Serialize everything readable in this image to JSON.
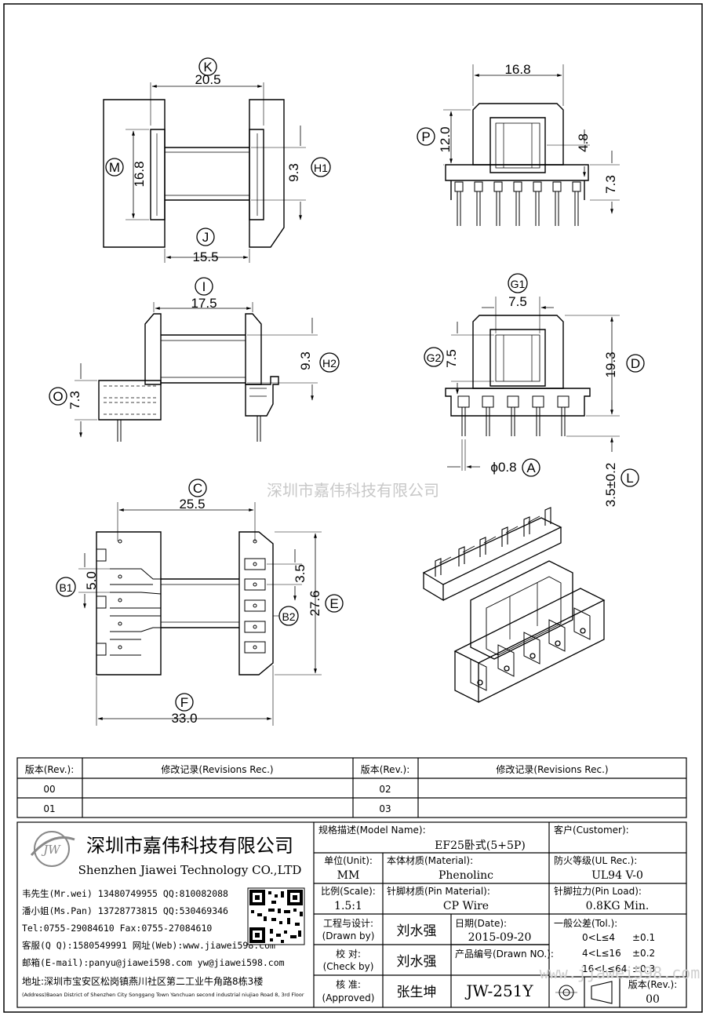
{
  "views": {
    "top": {
      "callout_k": "K",
      "dim_k": "20.5",
      "callout_m": "M",
      "dim_m": "16.8",
      "callout_h1": "H1",
      "dim_h1": "9.3",
      "callout_j": "J",
      "dim_j": "15.5"
    },
    "front": {
      "dim_top": "16.8",
      "callout_p": "P",
      "dim_p": "12.0",
      "dim_48": "4.8",
      "dim_73": "7.3"
    },
    "side": {
      "callout_i": "I",
      "dim_i": "17.5",
      "callout_h2": "H2",
      "dim_h2": "9.3",
      "callout_o": "O",
      "dim_o": "7.3"
    },
    "end": {
      "callout_g1": "G1",
      "dim_g1": "7.5",
      "callout_g2": "G2",
      "dim_g2": "7.5",
      "callout_d": "D",
      "dim_d": "19.3",
      "dim_pin": "ϕ0.8",
      "callout_a": "A",
      "dim_l": "3.5±0.2",
      "callout_l": "L"
    },
    "bottom": {
      "callout_c": "C",
      "dim_c": "25.5",
      "callout_b1": "B1",
      "dim_b1": "5.0",
      "dim_35": "3.5",
      "callout_b2": "B2",
      "dim_e": "27.6",
      "callout_e": "E",
      "callout_f": "F",
      "dim_f": "33.0"
    }
  },
  "watermark": "深圳市嘉伟科技有限公司",
  "watermark_url": "www.jjawei598.com",
  "revisions": {
    "header_rev": "版本(Rev.):",
    "header_rec": "修改记录(Revisions Rec.)",
    "rows": [
      {
        "rev_a": "00",
        "rec_a": "",
        "rev_b": "02",
        "rec_b": ""
      },
      {
        "rev_a": "01",
        "rec_a": "",
        "rev_b": "03",
        "rec_b": ""
      }
    ]
  },
  "company": {
    "logo_text": "JW",
    "name_cn": "深圳市嘉伟科技有限公司",
    "name_en": "Shenzhen Jiawei Technology CO.,LTD",
    "contacts": [
      "韦先生(Mr.wei) 13480749955 QQ:810082088",
      "潘小姐(Ms.Pan) 13728773815 QQ:530469346",
      "Tel:0755-29084610     Fax:0755-27084610",
      "客服(Q Q):1580549991   网址(Web):www.jiawei598.com",
      "邮箱(E-mail):panyu@jiawei598.com  yw@jiawei598.com",
      "地址:深圳市宝安区松岗镇燕川社区第二工业牛角路8栋3楼"
    ],
    "address_en": "(Address)Baoan District of Shenzhen City Songgang Town Yanchuan  second industrial niujiao Road 8, 3rd Floor"
  },
  "title_block": {
    "model_label": "规格描述(Model Name):",
    "model_value": "EF25卧式(5+5P)",
    "customer_label": "客户(Customer):",
    "customer_value": "",
    "unit_label": "单位(Unit):",
    "unit_value": "MM",
    "material_label": "本体材质(Material):",
    "material_value": "Phenolinc",
    "ul_label": "防火等级(UL Rec.):",
    "ul_value": "UL94 V-0",
    "scale_label": "比例(Scale):",
    "scale_value": "1.5:1",
    "pin_mat_label": "针脚材质(Pin Material):",
    "pin_mat_value": "CP Wire",
    "pin_load_label": "针脚拉力(Pin Load):",
    "pin_load_value": "0.8KG Min.",
    "drawn_label": "工程与设计:",
    "drawn_sub": "(Drawn by)",
    "drawn_value": "刘水强",
    "date_label": "日期(Date):",
    "date_value": "2015-09-20",
    "check_label": "校    对:",
    "check_sub": "(Check by)",
    "check_value": "刘水强",
    "drawn_no_label": "产品编号(Drawn NO.):",
    "drawn_no_value": "JW-251Y",
    "approve_label": "核    准:",
    "approve_sub": "(Approved)",
    "approve_value": "张生坤",
    "tol_label": "一般公差(Tol.):",
    "tol_rows": [
      {
        "range": "0<L≤4",
        "tol": "±0.1"
      },
      {
        "range": "4<L≤16",
        "tol": "±0.2"
      },
      {
        "range": "16<L≤64",
        "tol": "±0.3"
      }
    ],
    "rev_label": "版本(Rev.):",
    "rev_value": "00"
  }
}
